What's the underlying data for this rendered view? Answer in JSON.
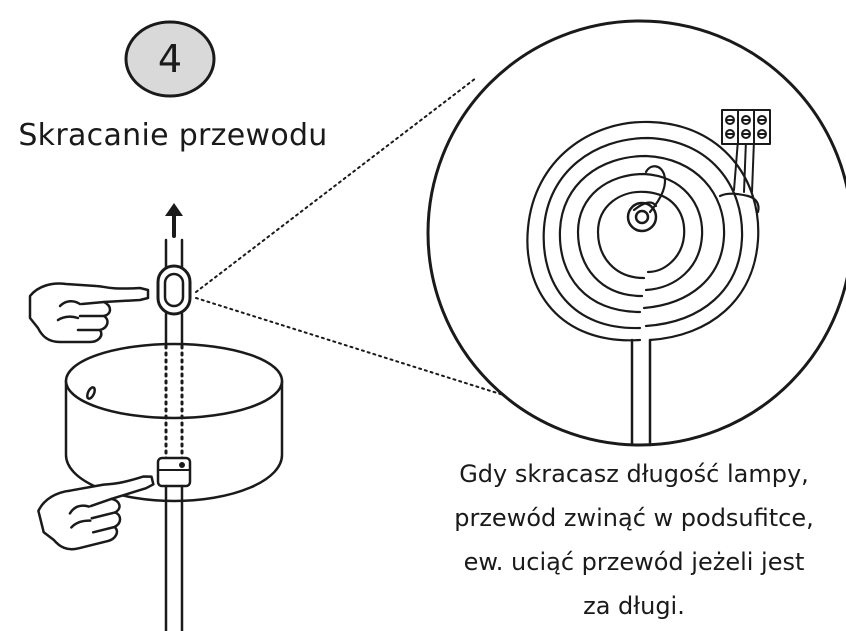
{
  "step": {
    "number": "4",
    "title": "Skracanie przewodu"
  },
  "caption": {
    "lines": [
      "Gdy skracasz długość lampy,",
      "przewód zwinąć w podsufitce,",
      "ew. uciąć przewód jeżeli jest",
      "za długi."
    ]
  },
  "colors": {
    "ink": "#1a1a1a",
    "badge_fill": "#d9d9d9",
    "background": "#ffffff"
  },
  "icons": [
    "pointing-hand-icon",
    "up-arrow-icon",
    "terminal-block-icon"
  ]
}
